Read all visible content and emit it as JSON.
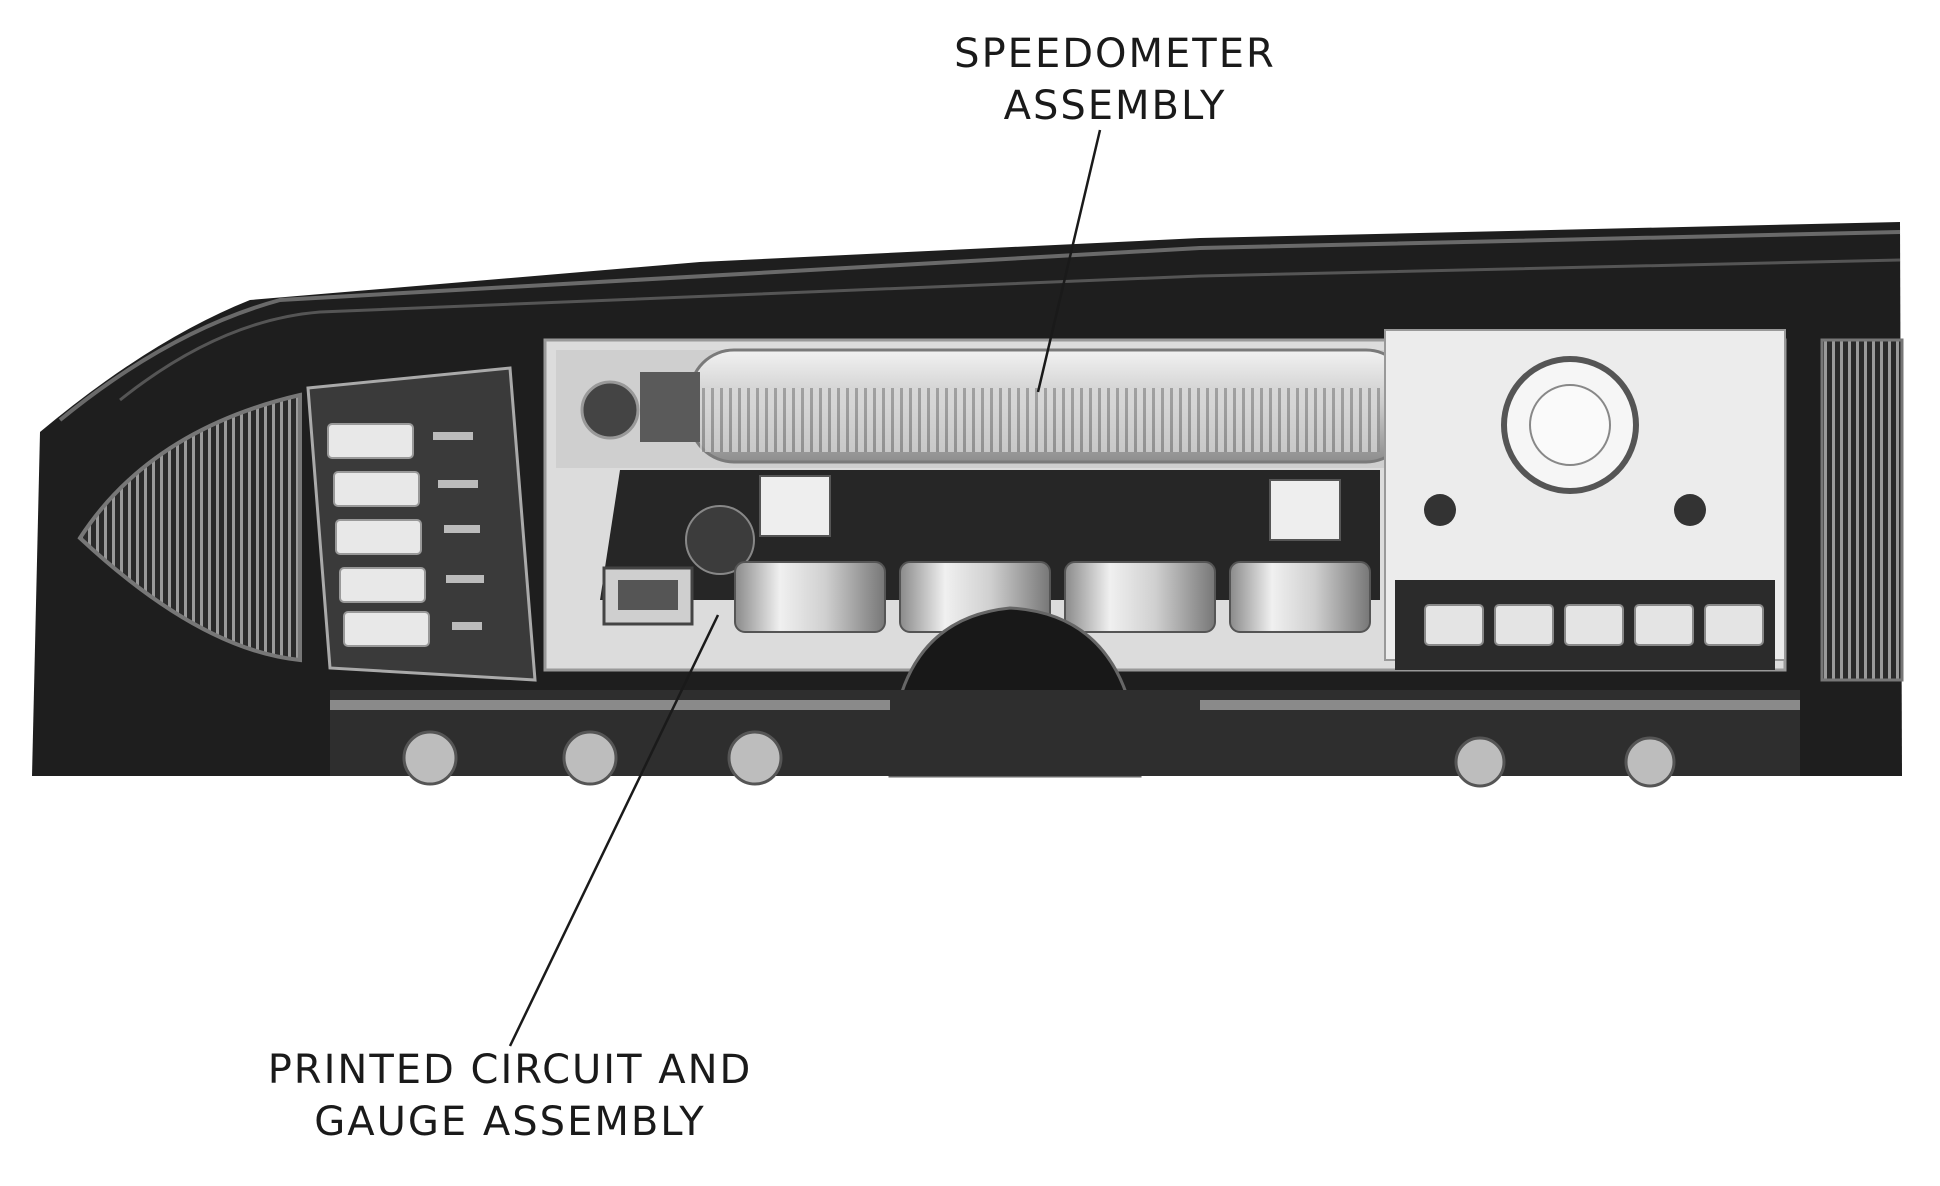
{
  "figure": {
    "image_type": "photograph",
    "subject": "automobile instrument panel with speedometer and gauge assembly",
    "colors": {
      "ink": "#1a1a1a",
      "background": "#ffffff"
    }
  },
  "callouts": {
    "speedometer": {
      "line1": "SPEEDOMETER",
      "line2": "ASSEMBLY"
    },
    "circuit": {
      "line1": "PRINTED CIRCUIT AND",
      "line2": "GAUGE ASSEMBLY"
    }
  }
}
